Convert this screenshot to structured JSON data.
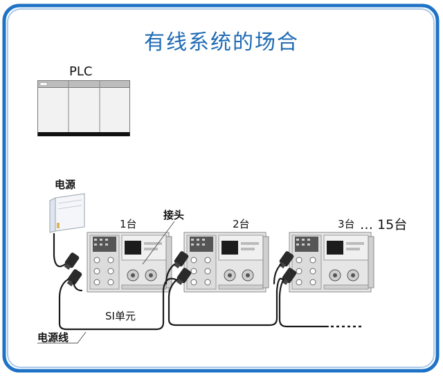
{
  "title": "有线系统的场合",
  "plc": {
    "label": "PLC"
  },
  "power_supply": {
    "label": "电源"
  },
  "connector": {
    "label": "接头"
  },
  "si_unit": {
    "label": "SI单元"
  },
  "power_cable": {
    "label": "电源线"
  },
  "units": [
    {
      "label": "1台"
    },
    {
      "label": "2台"
    },
    {
      "label": "3台",
      "suffix": "… 15台"
    }
  ],
  "colors": {
    "frame_blue": "#1f73c6",
    "title_blue": "#1e6ab5"
  }
}
